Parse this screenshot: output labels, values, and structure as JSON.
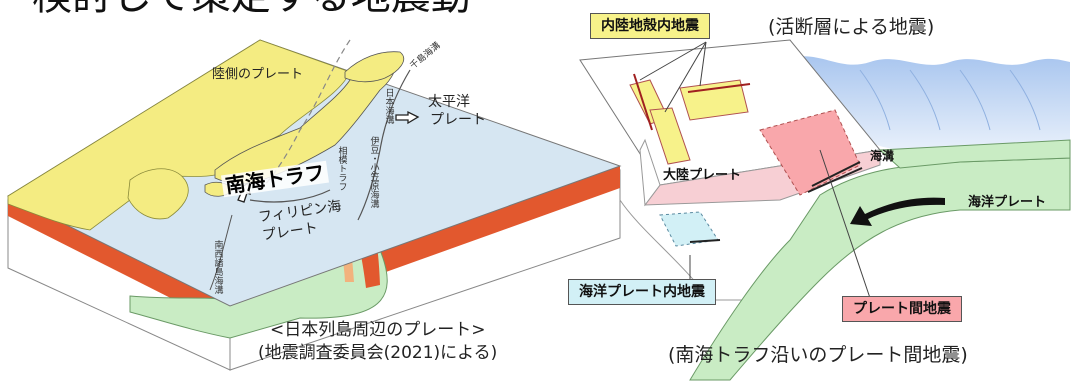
{
  "heading": "検討して策定する地震動",
  "left_map": {
    "continent_plate": "陸側のプレート",
    "pacific_plate_1": "太平洋",
    "pacific_plate_2": "プレート",
    "philippine_plate_1": "フィリピン海",
    "philippine_plate_2": "プレート",
    "nankai_trough": "南海トラフ",
    "chishima_trench": "千島海溝",
    "japan_trench": "日本海溝",
    "izu_ogasawara_trench": "伊豆・小笠原海溝",
    "sagami_trough": "相模トラフ",
    "nansei_trench": "南西諸島海溝",
    "caption_1": "<日本列島周辺のプレート>",
    "caption_2": "(地震調査委員会(2021)による)"
  },
  "right_diagram": {
    "inland_quake": "内陸地殻内地震",
    "active_fault": "(活断層による地震)",
    "trench": "海溝",
    "continental_plate": "大陸プレート",
    "oceanic_plate": "海洋プレート",
    "intraslab_quake": "海洋プレート内地震",
    "interplate_quake": "プレート間地震",
    "caption": "(南海トラフ沿いのプレート間地震)"
  },
  "colors": {
    "land": "#f4ec82",
    "sea": "#d6e6f2",
    "plate_edge": "#e2582e",
    "oceanic_plate": "#c9ecc4",
    "continental_plate": "#f7cfd4",
    "inland_box": "#f7f28a",
    "intraslab_box": "#d2f0f6",
    "interplate_box": "#f9a7ab"
  }
}
